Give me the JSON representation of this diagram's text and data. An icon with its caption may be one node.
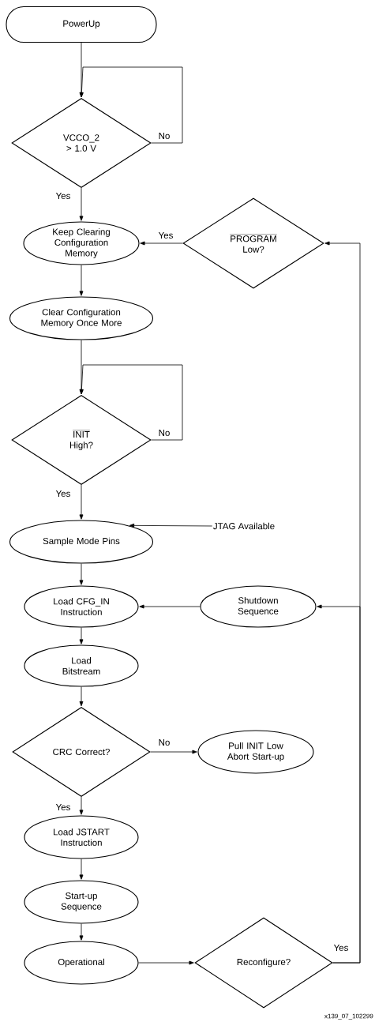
{
  "diagram": {
    "nodes": [
      {
        "text": [
          "PowerUp"
        ]
      },
      {
        "text": [
          "VCCO_2 > 1.0 V"
        ]
      },
      {
        "text": [
          "Keep Clearing Configuration Memory"
        ]
      },
      {
        "text": [
          "PROGRAM",
          "Low?"
        ]
      },
      {
        "text": [
          "Clear Configuration Memory Once More"
        ]
      },
      {
        "text": [
          "INIT",
          "High?"
        ]
      },
      {
        "text": [
          "Sample Mode Pins"
        ]
      },
      {
        "text": [
          "JTAG Available"
        ]
      },
      {
        "text": [
          "Load CFG_IN Instruction"
        ]
      },
      {
        "text": [
          "Shutdown Sequence"
        ]
      },
      {
        "text": [
          "Load Bitstream"
        ]
      },
      {
        "text": [
          "CRC Correct?"
        ]
      },
      {
        "text": [
          "Pull INIT Low Abort Start-up"
        ]
      },
      {
        "text": [
          "Load JSTART Instruction"
        ]
      },
      {
        "text": [
          "Start-up Sequence"
        ]
      },
      {
        "text": [
          "Operational"
        ]
      },
      {
        "text": [
          "Reconfigure?"
        ]
      }
    ],
    "edges": [
      {
        "from": 0,
        "to": 1,
        "arrow": "to"
      },
      {
        "from": 1,
        "to": 1,
        "arrow": "to",
        "label": "No"
      },
      {
        "from": 1,
        "to": 2,
        "arrow": "to",
        "label": "Yes"
      },
      {
        "from": 3,
        "to": 2,
        "arrow": "to",
        "label": "Yes"
      },
      {
        "from": 2,
        "to": 4,
        "arrow": "to"
      },
      {
        "from": 4,
        "to": 5,
        "arrow": "to"
      },
      {
        "from": 5,
        "to": 5,
        "arrow": "to",
        "label": "No"
      },
      {
        "from": 5,
        "to": 6,
        "arrow": "to",
        "label": "Yes"
      },
      {
        "from": 7,
        "to": 6,
        "arrow": "to"
      },
      {
        "from": 6,
        "to": 8,
        "arrow": "to"
      },
      {
        "from": 9,
        "to": 8,
        "arrow": "to"
      },
      {
        "from": 8,
        "to": 10,
        "arrow": "to"
      },
      {
        "from": 10,
        "to": 11,
        "arrow": "to"
      },
      {
        "from": 11,
        "to": 12,
        "arrow": "to",
        "label": "No"
      },
      {
        "from": 11,
        "to": 13,
        "arrow": "to",
        "label": "Yes"
      },
      {
        "from": 13,
        "to": 14,
        "arrow": "to"
      },
      {
        "from": 14,
        "to": 15,
        "arrow": "to"
      },
      {
        "from": 15,
        "to": 16,
        "arrow": "to"
      },
      {
        "from": 16,
        "to": 3,
        "arrow": "to",
        "label": "Yes"
      },
      {
        "from": 16,
        "to": 9,
        "arrow": "to"
      }
    ],
    "labels": [
      "x139_07_102299"
    ]
  }
}
